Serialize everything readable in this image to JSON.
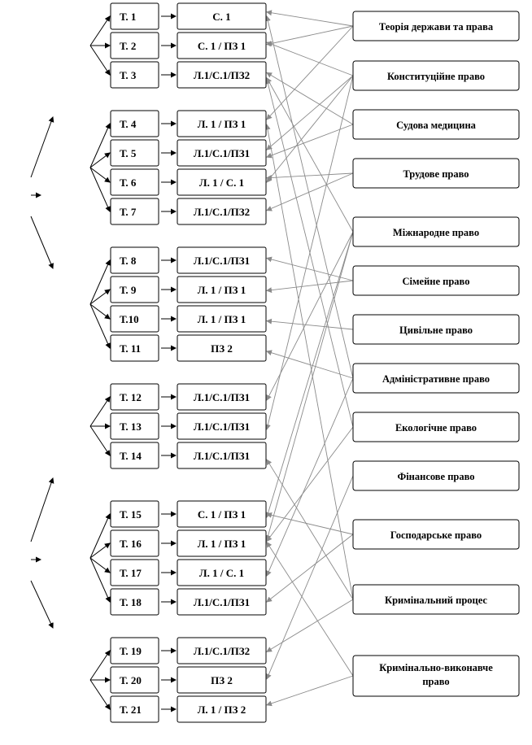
{
  "topics": [
    "Т. 1",
    "Т. 2",
    "Т. 3",
    "Т. 4",
    "Т. 5",
    "Т. 6",
    "Т. 7",
    "Т. 8",
    "Т. 9",
    "Т.10",
    "Т. 11",
    "Т. 12",
    "Т. 13",
    "Т. 14",
    "Т. 15",
    "Т. 16",
    "Т. 17",
    "Т. 18",
    "Т. 19",
    "Т. 20",
    "Т. 21"
  ],
  "lessons": [
    "С. 1",
    "С. 1 / ПЗ 1",
    "Л.1/С.1/ПЗ2",
    "Л. 1 / ПЗ 1",
    "Л.1/С.1/ПЗ1",
    "Л. 1 / С. 1",
    "Л.1/С.1/ПЗ2",
    "Л.1/С.1/ПЗ1",
    "Л. 1 / ПЗ 1",
    "Л. 1 / ПЗ 1",
    "ПЗ 2",
    "Л.1/С.1/ПЗ1",
    "Л.1/С.1/ПЗ1",
    "Л.1/С.1/ПЗ1",
    "С. 1 / ПЗ 1",
    "Л. 1 / ПЗ 1",
    "Л. 1 / С. 1",
    "Л.1/С.1/ПЗ1",
    "Л.1/С.1/ПЗ2",
    "ПЗ 2",
    "Л. 1 / ПЗ 2"
  ],
  "disciplines": [
    [
      "Теорія держави та права"
    ],
    [
      "Конституційне право"
    ],
    [
      "Судова медицина"
    ],
    [
      "Трудове право"
    ],
    [
      "Міжнародне право"
    ],
    [
      "Сімейне право"
    ],
    [
      "Цивільне право"
    ],
    [
      "Адміністративне право"
    ],
    [
      "Екологічне право"
    ],
    [
      "Фінансове право"
    ],
    [
      "Господарське право"
    ],
    [
      "Кримінальний процес"
    ],
    [
      "Кримінально-виконавче",
      "право"
    ]
  ],
  "links": [
    [
      0,
      0
    ],
    [
      0,
      1
    ],
    [
      0,
      3
    ],
    [
      1,
      1
    ],
    [
      1,
      5
    ],
    [
      1,
      12
    ],
    [
      1,
      4
    ],
    [
      2,
      2
    ],
    [
      2,
      4
    ],
    [
      3,
      5
    ],
    [
      3,
      6
    ],
    [
      4,
      2
    ],
    [
      4,
      11
    ],
    [
      4,
      14
    ],
    [
      4,
      15
    ],
    [
      5,
      7
    ],
    [
      5,
      8
    ],
    [
      6,
      9
    ],
    [
      7,
      0
    ],
    [
      7,
      10
    ],
    [
      7,
      16
    ],
    [
      8,
      2
    ],
    [
      8,
      15
    ],
    [
      9,
      19
    ],
    [
      10,
      17
    ],
    [
      10,
      14
    ],
    [
      11,
      18
    ],
    [
      11,
      13
    ],
    [
      11,
      3
    ],
    [
      12,
      20
    ],
    [
      12,
      15
    ]
  ]
}
